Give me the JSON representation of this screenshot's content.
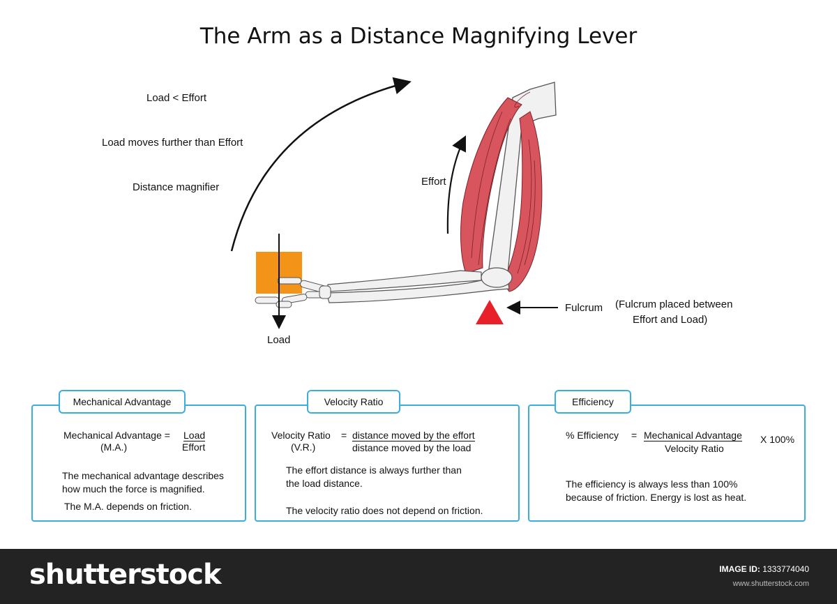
{
  "title": "The Arm as a Distance Magnifying Lever",
  "notes": {
    "line1": "Load < Effort",
    "line2": "Load moves further than Effort",
    "line3": "Distance magnifier"
  },
  "labels": {
    "effort": "Effort",
    "load": "Load",
    "fulcrum": "Fulcrum",
    "fulcrum_note_1": "(Fulcrum placed between",
    "fulcrum_note_2": "Effort and Load)"
  },
  "colors": {
    "load_box": "#f39419",
    "fulcrum": "#e8202a",
    "muscle": "#d9555d",
    "box_border": "#3aaedf"
  },
  "boxes": {
    "ma": {
      "tab": "Mechanical Advantage",
      "formula_name": "Mechanical Advantage =",
      "abbr": "(M.A.)",
      "numerator": "Load",
      "denominator": "Effort",
      "desc1": "The mechanical advantage describes",
      "desc2": "how much the force is magnified.",
      "desc3": "The M.A. depends on friction."
    },
    "vr": {
      "tab": "Velocity Ratio",
      "formula_name": "Velocity Ratio",
      "eq": "=",
      "abbr": "(V.R.)",
      "numerator": "distance moved by the effort",
      "denominator": "distance moved by the load",
      "desc1": "The effort distance is always further than",
      "desc2": "the load distance.",
      "desc3": "The velocity ratio does not depend on friction."
    },
    "eff": {
      "tab": "Efficiency",
      "formula_name": "% Efficiency",
      "eq": "=",
      "numerator": "Mechanical Advantage",
      "denominator": "Velocity Ratio",
      "times": "X 100%",
      "desc1": "The efficiency is always less than 100%",
      "desc2": "because of friction. Energy is lost as heat."
    }
  },
  "footer": {
    "brand": "shutterstock",
    "image_id_label": "IMAGE ID:",
    "image_id": "1333774040",
    "site": "www.shutterstock.com"
  }
}
